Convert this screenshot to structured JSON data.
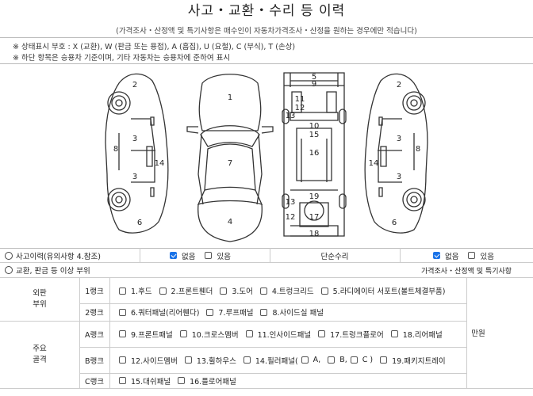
{
  "header": {
    "title": "사고・교환・수리 등 이력",
    "subtitle": "(가격조사・산정액 및 특기사항은 매수인이 자동차가격조사・산정을 원하는 경우에만 적습니다)",
    "note1": "※ 상태표시 부호 : X (교환), W (판금 또는 용접), A (흠집), U (요철), C (부식), T (손상)",
    "note2": "※ 하단 항목은 승용차 기준이며, 기타 자동차는 승용차에 준하여 표시"
  },
  "diagram": {
    "left_side": [
      "2",
      "3",
      "3",
      "8",
      "14",
      "6"
    ],
    "top_view": [
      "1",
      "7",
      "4"
    ],
    "skeleton": [
      "5",
      "9",
      "12",
      "11",
      "13",
      "10",
      "15",
      "16",
      "19",
      "13",
      "12",
      "17",
      "18"
    ],
    "right_side": [
      "2",
      "3",
      "3",
      "8",
      "14",
      "6"
    ]
  },
  "accident": {
    "label": "사고이력(유의사항 4.참조)",
    "none": "없음",
    "yes": "있음",
    "none_checked": true,
    "simple_repair_label": "단순수리",
    "simple_none": "없음",
    "simple_yes": "있음",
    "simple_none_checked": true
  },
  "exchange": {
    "label": "교환, 판금 등 이상 부위",
    "price_label": "가격조사・산정액 및 특기사항"
  },
  "outer": {
    "label": "외판\n부위",
    "rank1": "1랭크",
    "rank1_items": [
      "1.후드",
      "2.프론트휀더",
      "3.도어",
      "4.트렁크리드",
      "5.라디에이터 서포트(볼트체결부품)"
    ],
    "rank2": "2랭크",
    "rank2_items": [
      "6.쿼터패널(리어휀다)",
      "7.루프패널",
      "8.사이드실 패널"
    ]
  },
  "frame": {
    "label": "주요\n골격",
    "rankA": "A랭크",
    "rankA_items": [
      "9.프론트패널",
      "10.크로스멤버",
      "11.인사이드패널",
      "17.트렁크플로어",
      "18.리어패널"
    ],
    "rankB": "B랭크",
    "rankB_items": [
      "12.사이드멤버",
      "13.휠하우스",
      "14.필러패널(",
      "A,",
      "B,",
      "C )",
      "19.패키지트레이"
    ],
    "rankC": "C랭크",
    "rankC_items": [
      "15.대쉬패널",
      "16.플로어패널"
    ],
    "unit": "만원"
  }
}
